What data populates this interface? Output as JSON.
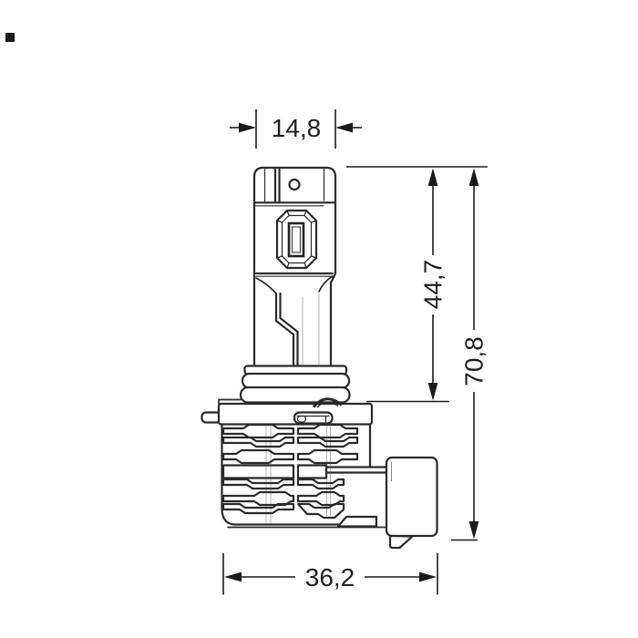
{
  "figure": {
    "background_color": "#ffffff",
    "line_color": "#2a2a2a",
    "dimension_color": "#1a1a1a",
    "dimensions": {
      "top_width": "14,8",
      "upper_height": "44,7",
      "total_height": "70,8",
      "base_width": "36,2"
    }
  }
}
